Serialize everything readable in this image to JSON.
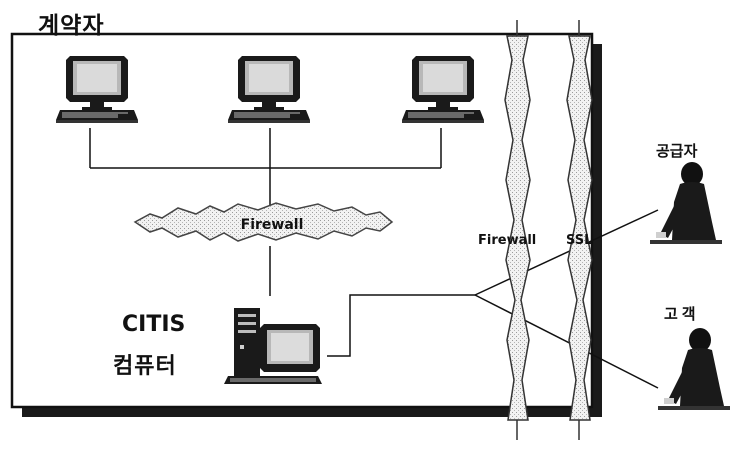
{
  "title": "계약자",
  "firewall_label": "Firewall",
  "citis_line1": "CITIS",
  "citis_line2": "컴퓨터",
  "firewall_label_2": "Firewall",
  "ssl_label": "SSL",
  "supplier_label": "공급자",
  "customer_label": "고객"
}
